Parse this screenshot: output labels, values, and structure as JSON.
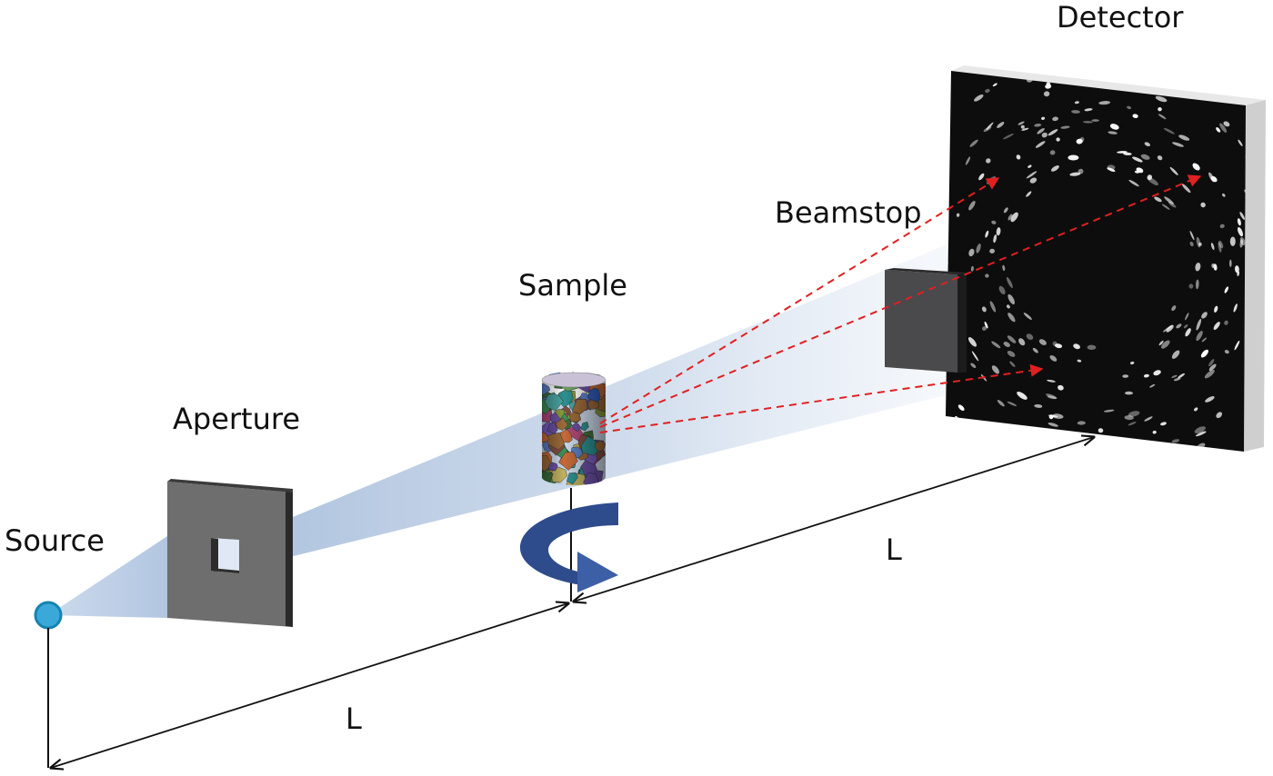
{
  "labels": {
    "source": "Source",
    "aperture": "Aperture",
    "sample": "Sample",
    "beamstop": "Beamstop",
    "detector": "Detector",
    "distance_1": "L",
    "distance_2": "L"
  },
  "colors": {
    "source_fill": "#3aa8d8",
    "source_stroke": "#1683b0",
    "beam": "#b9cbe3",
    "aperture_face": "#6e6e6e",
    "aperture_side": "#2e2e2e",
    "beamstop_face": "#4a4a4c",
    "detector_face": "#0e0d0d",
    "detector_edge": "#d0d0d0",
    "rotation_arrow": "#2e4b8c",
    "diffracted_rays": "#e02020",
    "dimension_lines": "#111111"
  },
  "icons": {
    "source": "circle-icon",
    "rotation": "rotation-arrow-icon",
    "sample": "grain-cylinder-icon"
  }
}
